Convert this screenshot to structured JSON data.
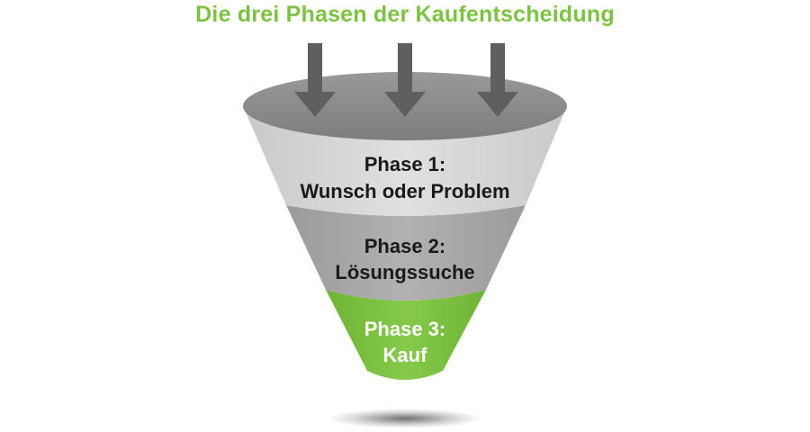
{
  "title": "Die drei Phasen der Kaufentscheidung",
  "colors": {
    "title": "#7dc242",
    "top_disc": "#8d8c8c",
    "stage1": "#d6d6d6",
    "stage2": "#a8a7a7",
    "stage3": "#7dc242",
    "arrow": "#5f5f5f",
    "label_dark": "#1a1a1a",
    "label_light": "#ffffff"
  },
  "stages": [
    {
      "line1": "Phase 1:",
      "line2": "Wunsch oder Problem"
    },
    {
      "line1": "Phase 2:",
      "line2": "Lösungssuche"
    },
    {
      "line1": "Phase 3:",
      "line2": "Kauf"
    }
  ],
  "arrow_icons": [
    "arrow-down-icon",
    "arrow-down-icon",
    "arrow-down-icon"
  ]
}
